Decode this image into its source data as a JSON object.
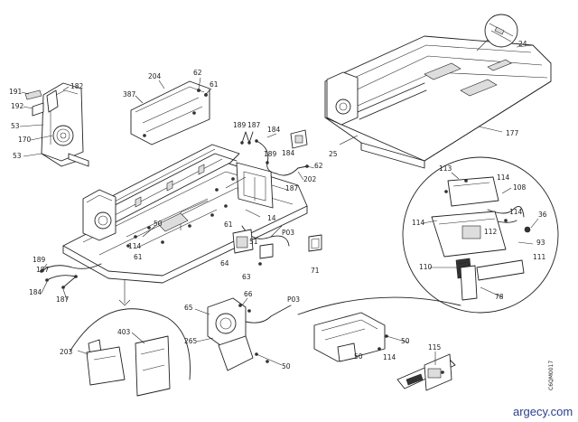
{
  "drawing_code": "C6QM0017",
  "watermark": "argecy.com",
  "labels": {
    "l191": "191",
    "l182": "182",
    "l192": "192",
    "l53a": "53",
    "l170": "170",
    "l53b": "53",
    "l387": "387",
    "l204": "204",
    "l62a": "62",
    "l61a": "61",
    "l189a": "189",
    "l187a": "187",
    "l184a": "184",
    "l189b": "189",
    "l184b": "184",
    "l62b": "62",
    "l202": "202",
    "l187b": "187",
    "l24": "24",
    "l25": "25",
    "l177": "177",
    "l113": "113",
    "l114a": "114",
    "l108": "108",
    "l114b": "114",
    "l114c": "114",
    "l36": "36",
    "l112": "112",
    "l93": "93",
    "l110": "110",
    "l111": "111",
    "l78": "78",
    "l50a": "50",
    "l14": "14",
    "l114d": "114",
    "l61b": "61",
    "l61c": "61",
    "l51": "51",
    "lP03a": "P03",
    "l64": "64",
    "l63": "63",
    "l71": "71",
    "l189c": "189",
    "l187c": "187",
    "l184c": "184",
    "l187d": "187",
    "l203": "203",
    "l403": "403",
    "l65": "65",
    "l66": "66",
    "lP03b": "P03",
    "l265": "265",
    "l50b": "50",
    "l50c": "50",
    "l50d": "50",
    "l114e": "114",
    "l115": "115"
  }
}
